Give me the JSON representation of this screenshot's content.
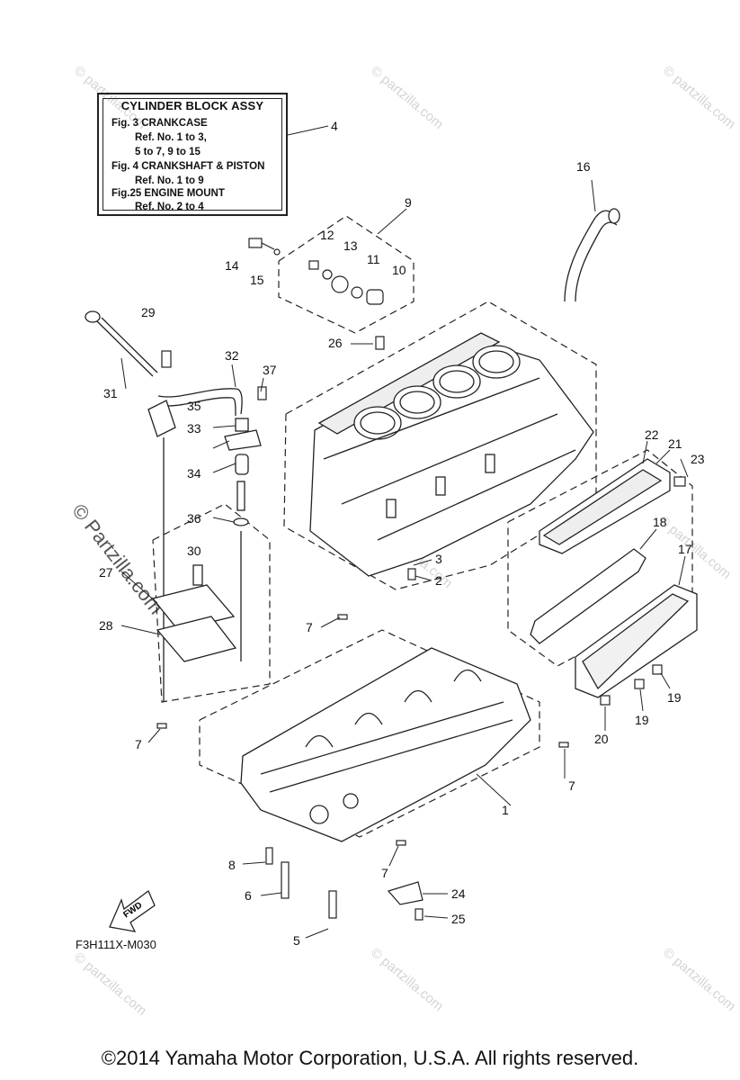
{
  "legend": {
    "title": "CYLINDER BLOCK ASSY",
    "lines": [
      "Fig.  3 CRANKCASE",
      "Ref. No. 1 to 3,",
      "5 to 7, 9 to 15",
      "Fig.  4 CRANKSHAFT & PISTON",
      "Ref. No. 1 to 9",
      "Fig.25 ENGINE MOUNT",
      "Ref. No. 2 to 4"
    ]
  },
  "callouts": [
    "1",
    "2",
    "3",
    "4",
    "5",
    "6",
    "7",
    "7",
    "7",
    "7",
    "8",
    "9",
    "10",
    "11",
    "12",
    "13",
    "14",
    "15",
    "16",
    "17",
    "18",
    "19",
    "19",
    "20",
    "21",
    "22",
    "23",
    "24",
    "25",
    "26",
    "27",
    "28",
    "29",
    "30",
    "31",
    "32",
    "33",
    "34",
    "35",
    "36",
    "37"
  ],
  "fwd_label": "FWD",
  "figure_code": "F3H111X-M030",
  "watermark": "© Partzilla.com",
  "watermark_small": "© partzilla.com",
  "copyright": "©2014  Yamaha Motor Corporation, U.S.A. All rights reserved."
}
